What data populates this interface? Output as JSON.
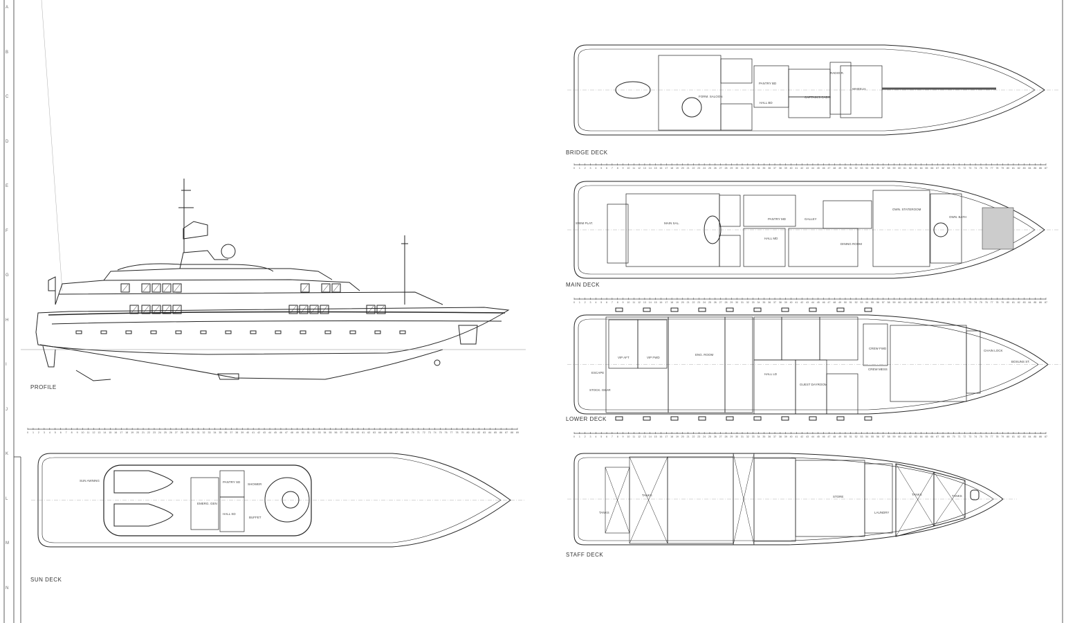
{
  "sheet": {
    "grid_letters": [
      "A",
      "B",
      "C",
      "D",
      "E",
      "F",
      "G",
      "H",
      "I",
      "J",
      "K",
      "L",
      "M",
      "N"
    ],
    "frame_ruler_main": [
      0,
      87
    ],
    "frame_ruler_sun": [
      0,
      89
    ]
  },
  "views": {
    "profile": {
      "title": "PROFILE"
    },
    "sun_deck": {
      "title": "SUN DECK",
      "rooms": [
        "SUN AWNING",
        "EMERG. GEN",
        "PANTRY SD",
        "SHOWER",
        "HALL SD",
        "BUFFET"
      ]
    },
    "bridge_deck": {
      "title": "BRIDGE DECK",
      "rooms": [
        "FORM. SALOON",
        "PANTRY BD",
        "HALL BD",
        "CAPTAIN'S CABIN",
        "RADIO R.",
        "WHEELH."
      ]
    },
    "main_deck": {
      "title": "MAIN DECK",
      "rooms": [
        "SWIM PLAT.",
        "MAIN SAL.",
        "PANTRY MD",
        "GALLEY",
        "HALL MD",
        "DINING ROOM",
        "OWN. STATEROOM",
        "OWN. BATH"
      ]
    },
    "lower_deck": {
      "title": "LOWER DECK",
      "rooms": [
        "VIP AFT",
        "VIP FWD",
        "ENG. ROOM",
        "ESCAPE",
        "STOCK. GEAR",
        "HALL LD",
        "GUEST DAYROOM",
        "CREW MESS",
        "CREW FWD",
        "CHAIN LOCK",
        "BOSUNS ST."
      ]
    },
    "staff_deck": {
      "title": "STAFF DECK",
      "rooms": [
        "TANKS",
        "TANKS",
        "STORE",
        "LAUNDRY",
        "TANKS",
        "TANKS"
      ]
    }
  }
}
